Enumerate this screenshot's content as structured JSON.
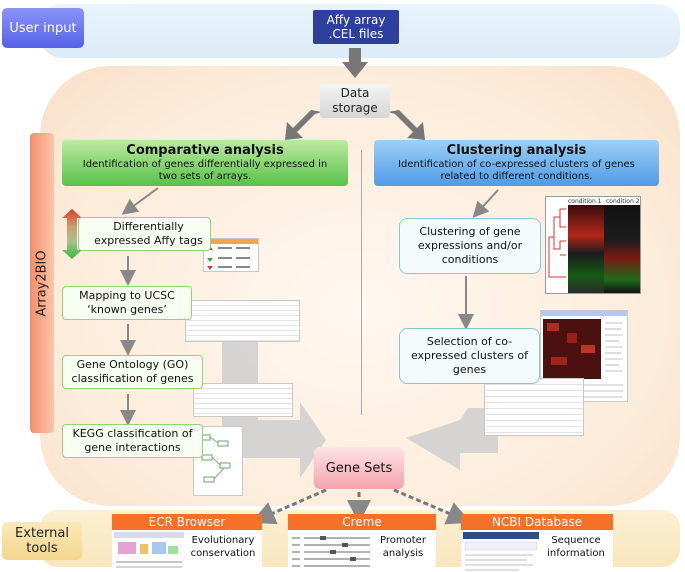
{
  "side_labels": {
    "user_input": "User input",
    "external_tools": "External tools",
    "array2bio": "Array2BIO"
  },
  "input": {
    "affy": "Affy array .CEL files"
  },
  "storage": "Data storage",
  "comparative": {
    "title": "Comparative analysis",
    "desc": "Identification of genes differentially expressed in two sets of arrays.",
    "steps": [
      "Differentially expressed Affy tags",
      "Mapping to UCSC ‘known genes’",
      "Gene Ontology (GO) classification of genes",
      "KEGG classification of gene interactions"
    ]
  },
  "clustering": {
    "title": "Clustering analysis",
    "desc": "Identification of co-expressed clusters of genes related to different conditions.",
    "steps": [
      "Clustering of gene expressions and/or conditions",
      "Selection of co-expressed clusters of genes"
    ],
    "heatmap_labels": [
      "condition 1",
      "condition 2"
    ]
  },
  "gene_sets": "Gene Sets",
  "tools": [
    {
      "name": "ECR Browser",
      "desc": "Evolutionary conservation"
    },
    {
      "name": "Creme",
      "desc": "Promoter analysis"
    },
    {
      "name": "NCBI Database",
      "desc": "Sequence information"
    }
  ],
  "colors": {
    "green": "#58c14a",
    "blue": "#4f9be6",
    "orange": "#f5712a",
    "navy": "#2e3f9e"
  }
}
